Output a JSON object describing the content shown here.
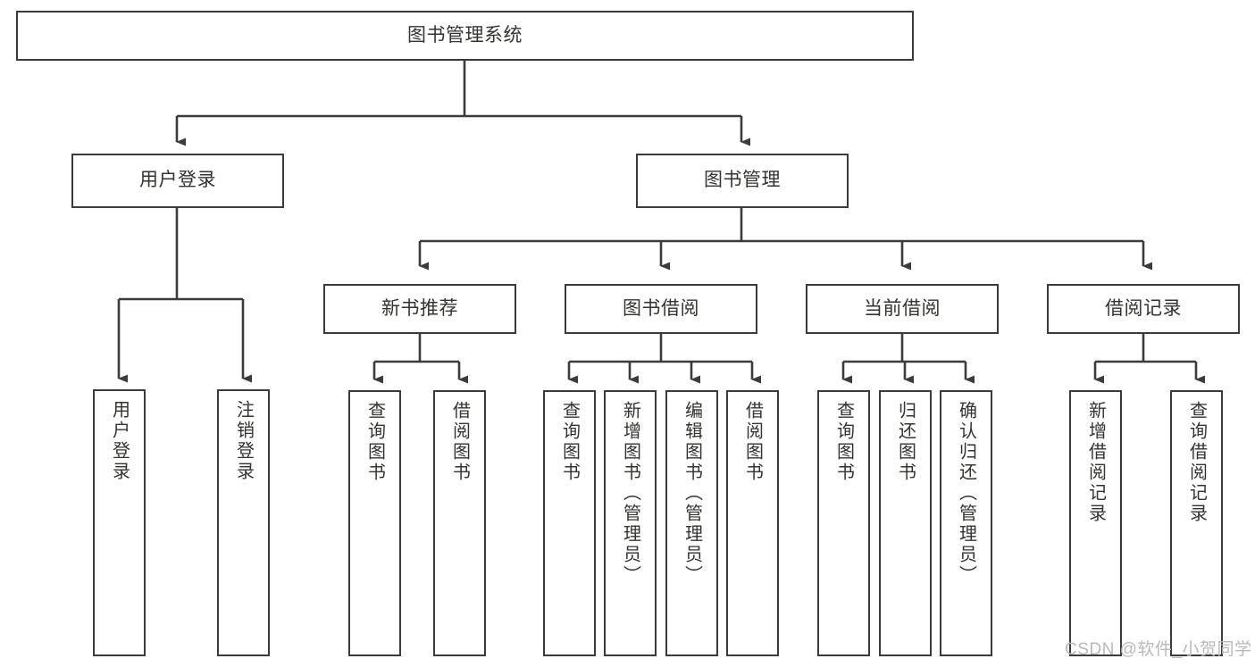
{
  "diagram": {
    "type": "tree-hierarchy-chart",
    "title": "图书管理系统",
    "watermark": "CSDN @软件_小贺同学",
    "colors": {
      "node_border": "#3b3b3b",
      "node_fill": "#ffffff",
      "edge": "#3b3b3b",
      "text": "#33332f",
      "watermark": "#b9b9b9",
      "background": "#ffffff"
    },
    "levels": [
      {
        "level": 1,
        "nodes": [
          {
            "id": "root",
            "label": "图书管理系统"
          }
        ]
      },
      {
        "level": 2,
        "nodes": [
          {
            "id": "user-login",
            "label": "用户登录",
            "parent": "root"
          },
          {
            "id": "book-management",
            "label": "图书管理",
            "parent": "root"
          }
        ]
      },
      {
        "level": 3,
        "nodes": [
          {
            "id": "new-book-recommend",
            "label": "新书推荐",
            "parent": "book-management"
          },
          {
            "id": "book-borrow",
            "label": "图书借阅",
            "parent": "book-management"
          },
          {
            "id": "current-borrow",
            "label": "当前借阅",
            "parent": "book-management"
          },
          {
            "id": "borrow-record",
            "label": "借阅记录",
            "parent": "book-management"
          }
        ]
      },
      {
        "level": 4,
        "nodes": [
          {
            "id": "leaf-user-login",
            "label": "用户登录",
            "parent": "user-login"
          },
          {
            "id": "leaf-logout",
            "label": "注销登录",
            "parent": "user-login"
          },
          {
            "id": "leaf-query-book-1",
            "label": "查询图书",
            "parent": "new-book-recommend"
          },
          {
            "id": "leaf-borrow-book-1",
            "label": "借阅图书",
            "parent": "new-book-recommend"
          },
          {
            "id": "leaf-query-book-2",
            "label": "查询图书",
            "parent": "book-borrow"
          },
          {
            "id": "leaf-add-book",
            "label": "新增图书（管理员）",
            "parent": "book-borrow"
          },
          {
            "id": "leaf-edit-book",
            "label": "编辑图书（管理员）",
            "parent": "book-borrow"
          },
          {
            "id": "leaf-borrow-book-2",
            "label": "借阅图书",
            "parent": "book-borrow"
          },
          {
            "id": "leaf-query-book-3",
            "label": "查询图书",
            "parent": "current-borrow"
          },
          {
            "id": "leaf-return-book",
            "label": "归还图书",
            "parent": "current-borrow"
          },
          {
            "id": "leaf-confirm-return",
            "label": "确认归还（管理员）",
            "parent": "current-borrow"
          },
          {
            "id": "leaf-add-record",
            "label": "新增借阅记录",
            "parent": "borrow-record"
          },
          {
            "id": "leaf-query-record",
            "label": "查询借阅记录",
            "parent": "borrow-record"
          }
        ]
      }
    ]
  }
}
